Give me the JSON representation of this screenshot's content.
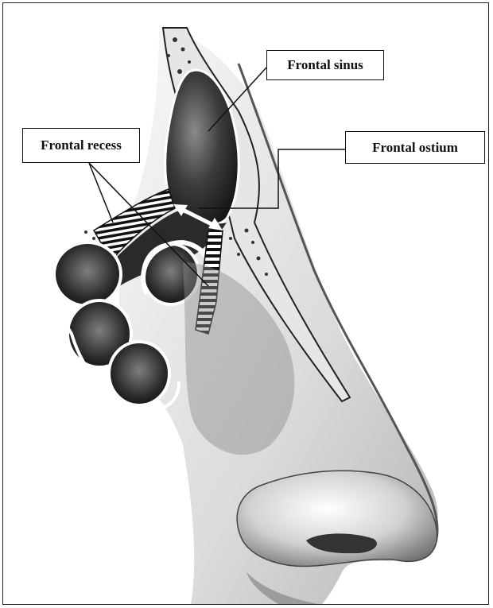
{
  "labels": {
    "frontal_sinus": "Frontal sinus",
    "frontal_recess": "Frontal recess",
    "frontal_ostium": "Frontal ostium"
  },
  "colors": {
    "ink": "#111111",
    "bone": "#e8e8e8",
    "sinus_cavity": "#3a3a3a",
    "skin_shade": "#9a9a9a",
    "highlight": "#ffffff"
  }
}
